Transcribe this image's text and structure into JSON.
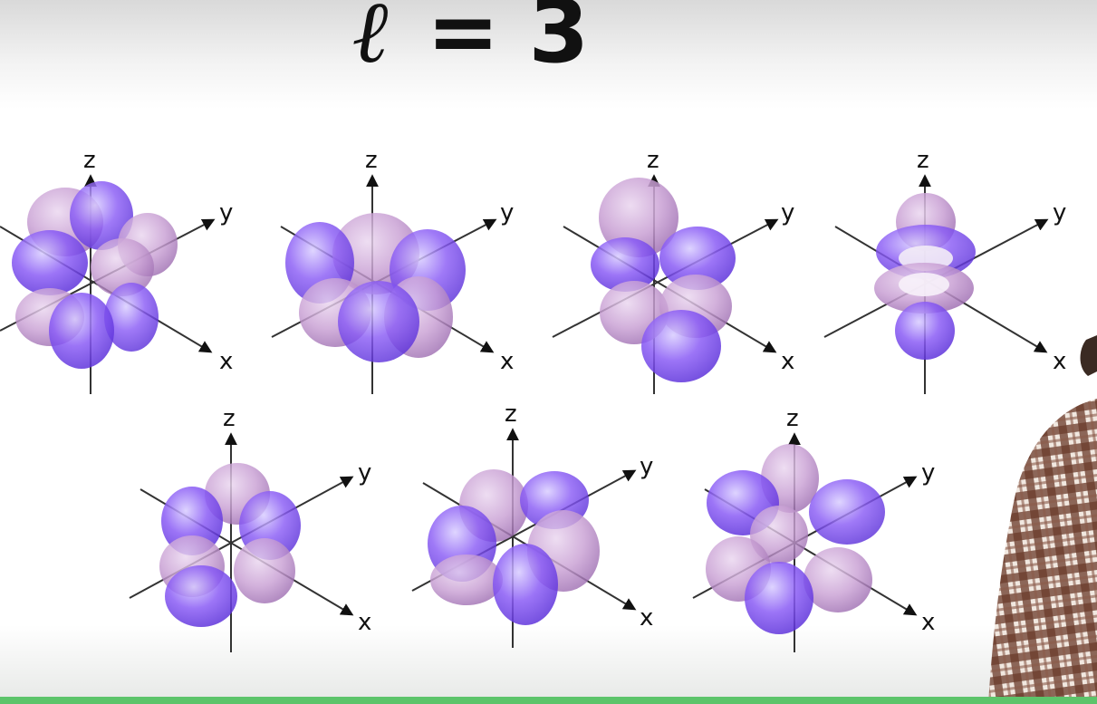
{
  "title": {
    "letter": "ℓ",
    "equals": "=",
    "value": "3"
  },
  "axis_labels": {
    "x": "x",
    "y": "y",
    "z": "z"
  },
  "colors": {
    "lobe_pink": "#c79bd2",
    "lobe_blue": "#7a4cf0",
    "axis": "#222222",
    "accent_strip": "#5cc46a"
  },
  "orbitals": [
    {
      "id": "orbital-1",
      "row": "top"
    },
    {
      "id": "orbital-2",
      "row": "top"
    },
    {
      "id": "orbital-3",
      "row": "top"
    },
    {
      "id": "orbital-4",
      "row": "top"
    },
    {
      "id": "orbital-5",
      "row": "bottom"
    },
    {
      "id": "orbital-6",
      "row": "bottom"
    },
    {
      "id": "orbital-7",
      "row": "bottom"
    }
  ]
}
